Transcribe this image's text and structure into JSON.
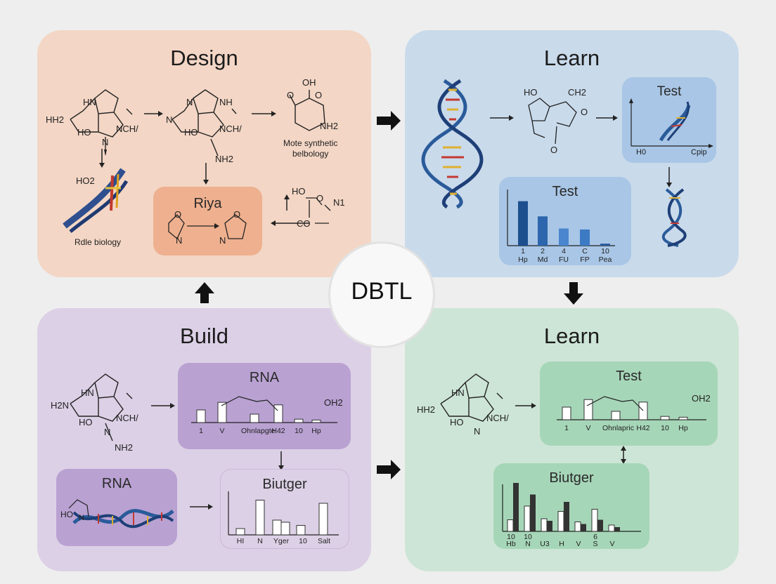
{
  "center": {
    "label": "DBTL"
  },
  "design": {
    "title": "Design",
    "chem_a": {
      "hn": "HN",
      "hh2": "HH2",
      "ho": "HO",
      "nch": "NCH/",
      "n": "N"
    },
    "chem_b": {
      "n": "N",
      "nh": "NH",
      "ho": "HO",
      "nch": "NCH/",
      "n2": "N",
      "nh2": "NH2"
    },
    "chem_c": {
      "oh": "OH",
      "o": "O",
      "o2": "O",
      "nh2": "NH2"
    },
    "chem_c_caption": "Mote synthetic",
    "chem_c_caption2": "belbology",
    "dna_label": "HO2",
    "dna_caption": "Rdle biology",
    "box_title": "Riya",
    "riya_o": "O",
    "riya_n": "N",
    "riya_o2": "O",
    "riya_n2": "N",
    "chem_d": {
      "ho": "HO",
      "o": "O",
      "n1": "N1",
      "co": "CO"
    }
  },
  "learn_top": {
    "title": "Learn",
    "chem": {
      "ho": "HO",
      "ch2": "CH2",
      "o": "O",
      "o2": "O"
    },
    "test_box": {
      "title": "Test",
      "x_left": "H0",
      "x_right": "Cpip"
    },
    "test_chart": {
      "title": "Test",
      "ticks_top": [
        "1",
        "2",
        "4",
        "C",
        "10"
      ],
      "ticks_bottom": [
        "Hp",
        "Md",
        "FU",
        "FP",
        "Pea"
      ]
    }
  },
  "build": {
    "title": "Build",
    "chem": {
      "hn": "HN",
      "hh2": "H2N",
      "ho": "HO",
      "nch": "NCH/",
      "n": "N",
      "nh2": "NH2"
    },
    "rna_box": {
      "title": "RNA",
      "oh2": "OH2",
      "ticks": [
        "1",
        "V",
        "Ohnlapgte",
        "H42",
        "10",
        "Hp"
      ]
    },
    "rna_dna_box": {
      "title": "RNA",
      "ho": "HO",
      "n": "N"
    },
    "biutger": {
      "title": "Biutger",
      "ticks": [
        "HI",
        "N",
        "Yger",
        "10",
        "Salt"
      ]
    }
  },
  "learn_bottom": {
    "title": "Learn",
    "chem": {
      "hn": "HN",
      "hh2": "HH2",
      "ho": "HO",
      "nch": "NCH/",
      "n": "N"
    },
    "test_box": {
      "title": "Test",
      "oh2": "OH2",
      "ticks": [
        "1",
        "V",
        "Ohnlapric",
        "H42",
        "10",
        "Hp"
      ]
    },
    "biutger": {
      "title": "Biutger",
      "ticks_top": [
        "10",
        "10",
        "",
        "",
        "",
        "6",
        ""
      ],
      "ticks_bottom": [
        "Hb",
        "N",
        "U3",
        "H",
        "V",
        "S",
        "V"
      ]
    }
  },
  "colors": {
    "design": "#f3d6c5",
    "learn_top": "#c9daeb",
    "build": "#dcd0e6",
    "learn_bottom": "#cde5d6",
    "riya_box": "#eeb08f",
    "test_box_blue": "#a9c6e6",
    "rna_box": "#b9a1d2",
    "green_box": "#a6d6b8"
  },
  "chart_data": [
    {
      "type": "bar",
      "title": "Test",
      "categories": [
        "1 Hp",
        "2 Md",
        "4 FU",
        "C FP",
        "10 Pea"
      ],
      "values": [
        88,
        58,
        34,
        32,
        4
      ],
      "ylim": [
        0,
        100
      ]
    },
    {
      "type": "bar",
      "title": "RNA",
      "categories": [
        "1",
        "V",
        "Ohnlapgte",
        "H42",
        "10",
        "Hp"
      ],
      "values": [
        30,
        48,
        20,
        42,
        8,
        6
      ],
      "ylim": [
        0,
        100
      ]
    },
    {
      "type": "bar",
      "title": "Biutger",
      "categories": [
        "HI",
        "N",
        "Yger",
        "10",
        "Salt"
      ],
      "values": [
        12,
        66,
        28,
        24,
        18,
        60
      ],
      "ylim": [
        0,
        100
      ]
    },
    {
      "type": "bar",
      "title": "Test",
      "categories": [
        "1",
        "V",
        "Ohnlapric",
        "H42",
        "10",
        "Hp"
      ],
      "values": [
        30,
        48,
        20,
        42,
        8,
        6
      ],
      "ylim": [
        0,
        100
      ]
    },
    {
      "type": "bar",
      "title": "Biutger",
      "series": [
        {
          "values": [
            22,
            48,
            24,
            38,
            18,
            42,
            12
          ]
        },
        {
          "values": [
            92,
            70,
            20,
            56,
            14,
            22,
            8
          ]
        }
      ],
      "ylim": [
        0,
        100
      ]
    }
  ]
}
